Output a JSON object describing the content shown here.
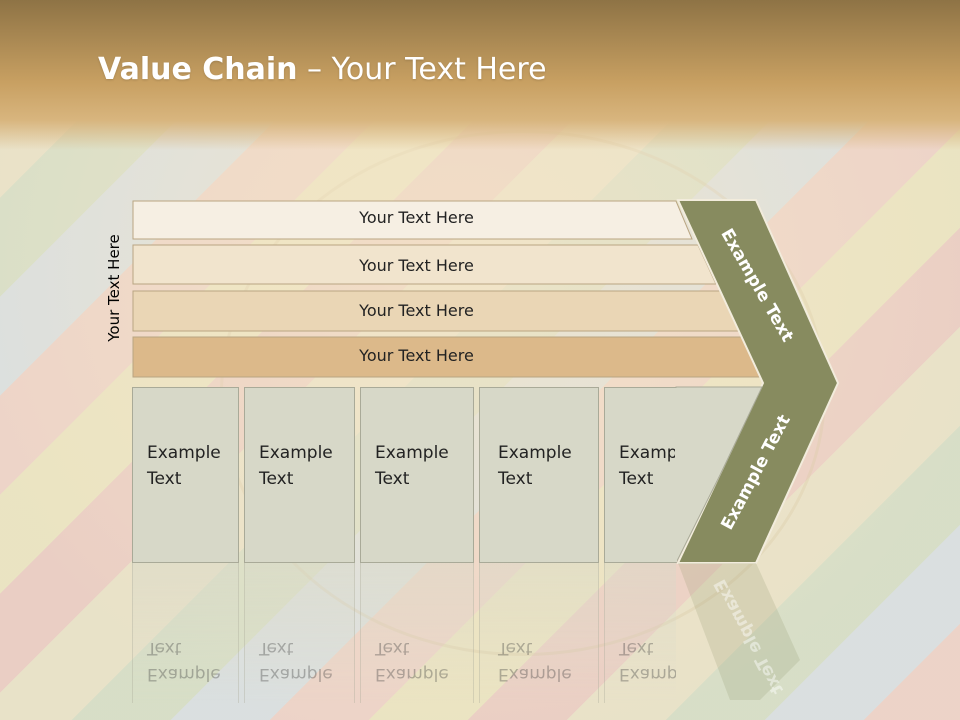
{
  "slide": {
    "title_bold": "Value Chain",
    "title_rest": " – Your Text Here",
    "side_label": "Your Text Here",
    "rows": [
      {
        "label": "Your Text Here",
        "color": "#f6efe3"
      },
      {
        "label": "Your Text Here",
        "color": "#f1e4cd"
      },
      {
        "label": "Your Text Here",
        "color": "#ead6b5"
      },
      {
        "label": "Your Text Here",
        "color": "#dcb98a"
      }
    ],
    "boxes": [
      {
        "line1": "Example",
        "line2": "Text"
      },
      {
        "line1": "Example",
        "line2": "Text"
      },
      {
        "line1": "Example",
        "line2": "Text"
      },
      {
        "line1": "Example",
        "line2": "Text"
      },
      {
        "line1": "Example",
        "line2": "Text"
      }
    ],
    "chevron": {
      "upper_text": "Example Text",
      "lower_text": "Example Text",
      "color": "#878b5f"
    }
  }
}
